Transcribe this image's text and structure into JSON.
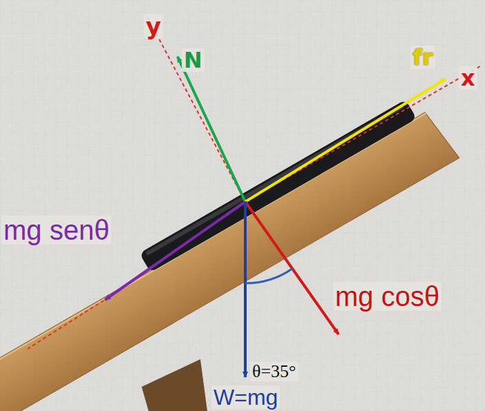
{
  "diagram": {
    "labels": [
      "y",
      "N",
      "fr",
      "x",
      "mg senθ",
      "mg cosθ",
      "θ=35°",
      "W=mg"
    ]
  }
}
